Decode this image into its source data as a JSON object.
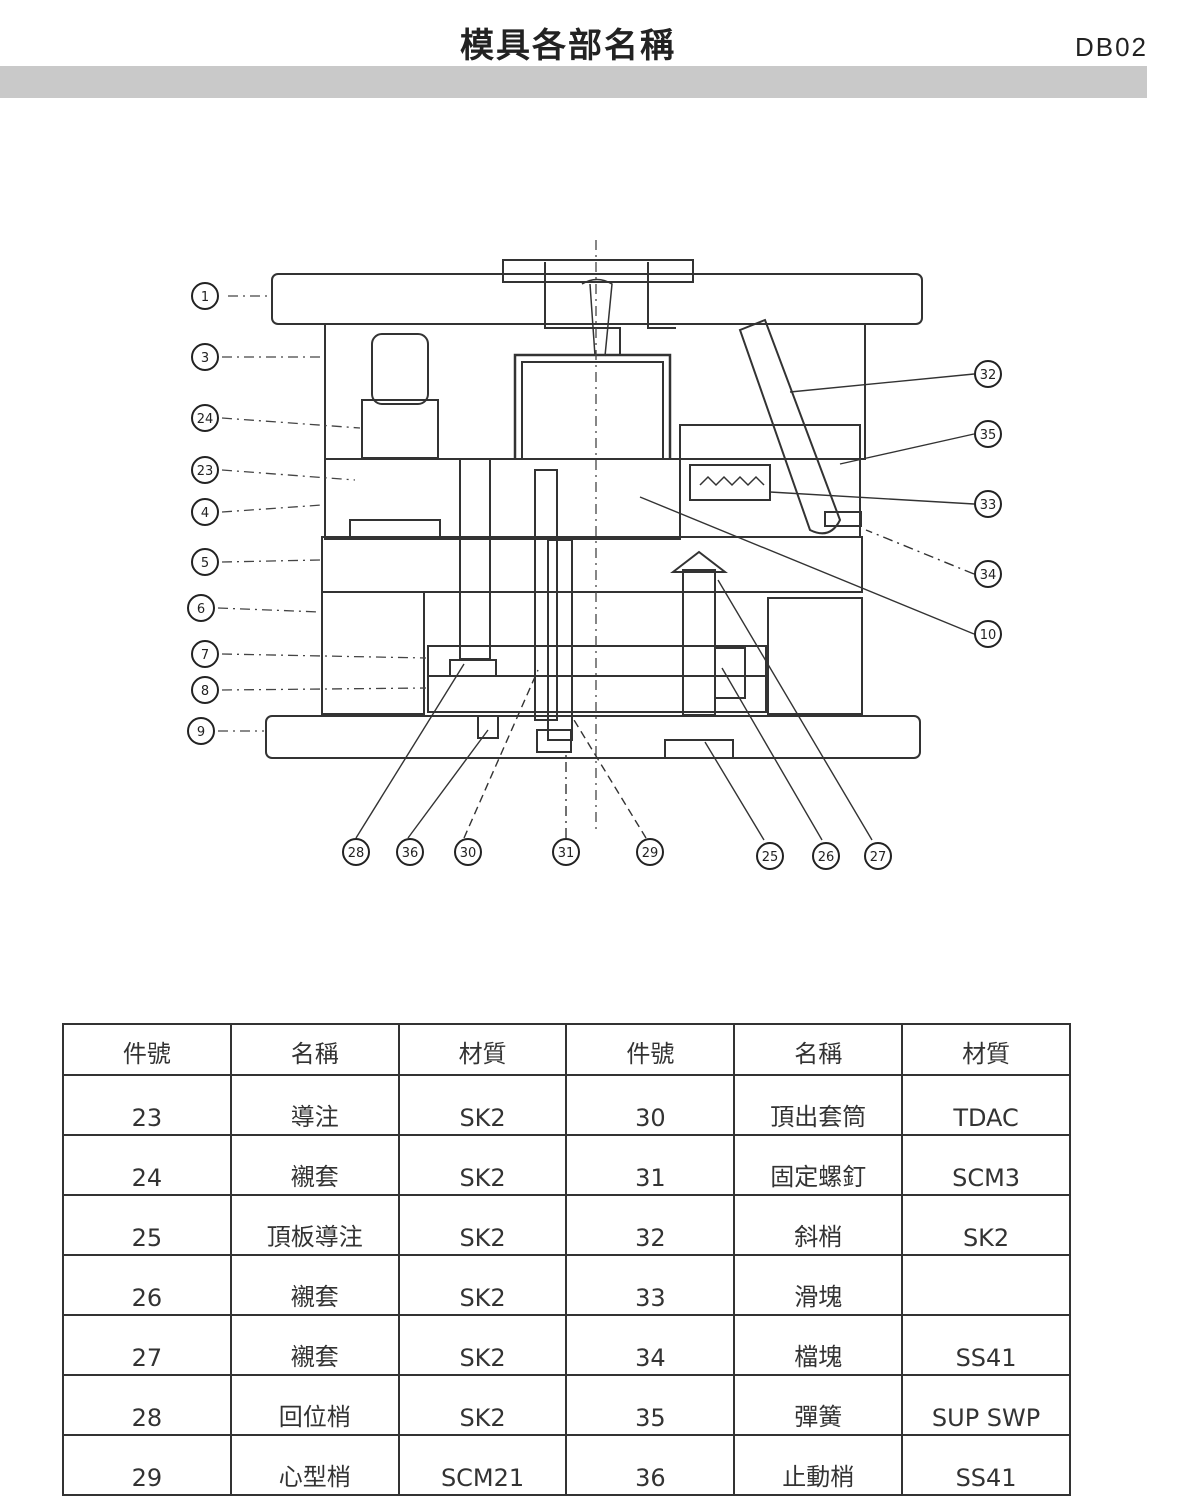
{
  "header": {
    "title": "模具各部名稱",
    "code": "DB02"
  },
  "diagram": {
    "left_labels": [
      "1",
      "3",
      "24",
      "23",
      "4",
      "5",
      "6",
      "7",
      "8",
      "9"
    ],
    "right_labels": [
      "32",
      "35",
      "33",
      "34",
      "10"
    ],
    "bottom_labels": [
      "28",
      "36",
      "30",
      "31",
      "29",
      "25",
      "26",
      "27"
    ]
  },
  "table": {
    "headers": [
      "件號",
      "名稱",
      "材質",
      "件號",
      "名稱",
      "材質"
    ],
    "rows": [
      {
        "no1": "23",
        "name1": "導注",
        "mat1": "SK2",
        "no2": "30",
        "name2": "頂出套筒",
        "mat2": "TDAC"
      },
      {
        "no1": "24",
        "name1": "襯套",
        "mat1": "SK2",
        "no2": "31",
        "name2": "固定螺釘",
        "mat2": "SCM3"
      },
      {
        "no1": "25",
        "name1": "頂板導注",
        "mat1": "SK2",
        "no2": "32",
        "name2": "斜梢",
        "mat2": "SK2"
      },
      {
        "no1": "26",
        "name1": "襯套",
        "mat1": "SK2",
        "no2": "33",
        "name2": "滑塊",
        "mat2": ""
      },
      {
        "no1": "27",
        "name1": "襯套",
        "mat1": "SK2",
        "no2": "34",
        "name2": "檔塊",
        "mat2": "SS41"
      },
      {
        "no1": "28",
        "name1": "回位梢",
        "mat1": "SK2",
        "no2": "35",
        "name2": "彈簧",
        "mat2": "SUP SWP"
      },
      {
        "no1": "29",
        "name1": "心型梢",
        "mat1": "SCM21",
        "no2": "36",
        "name2": "止動梢",
        "mat2": "SS41"
      }
    ]
  }
}
